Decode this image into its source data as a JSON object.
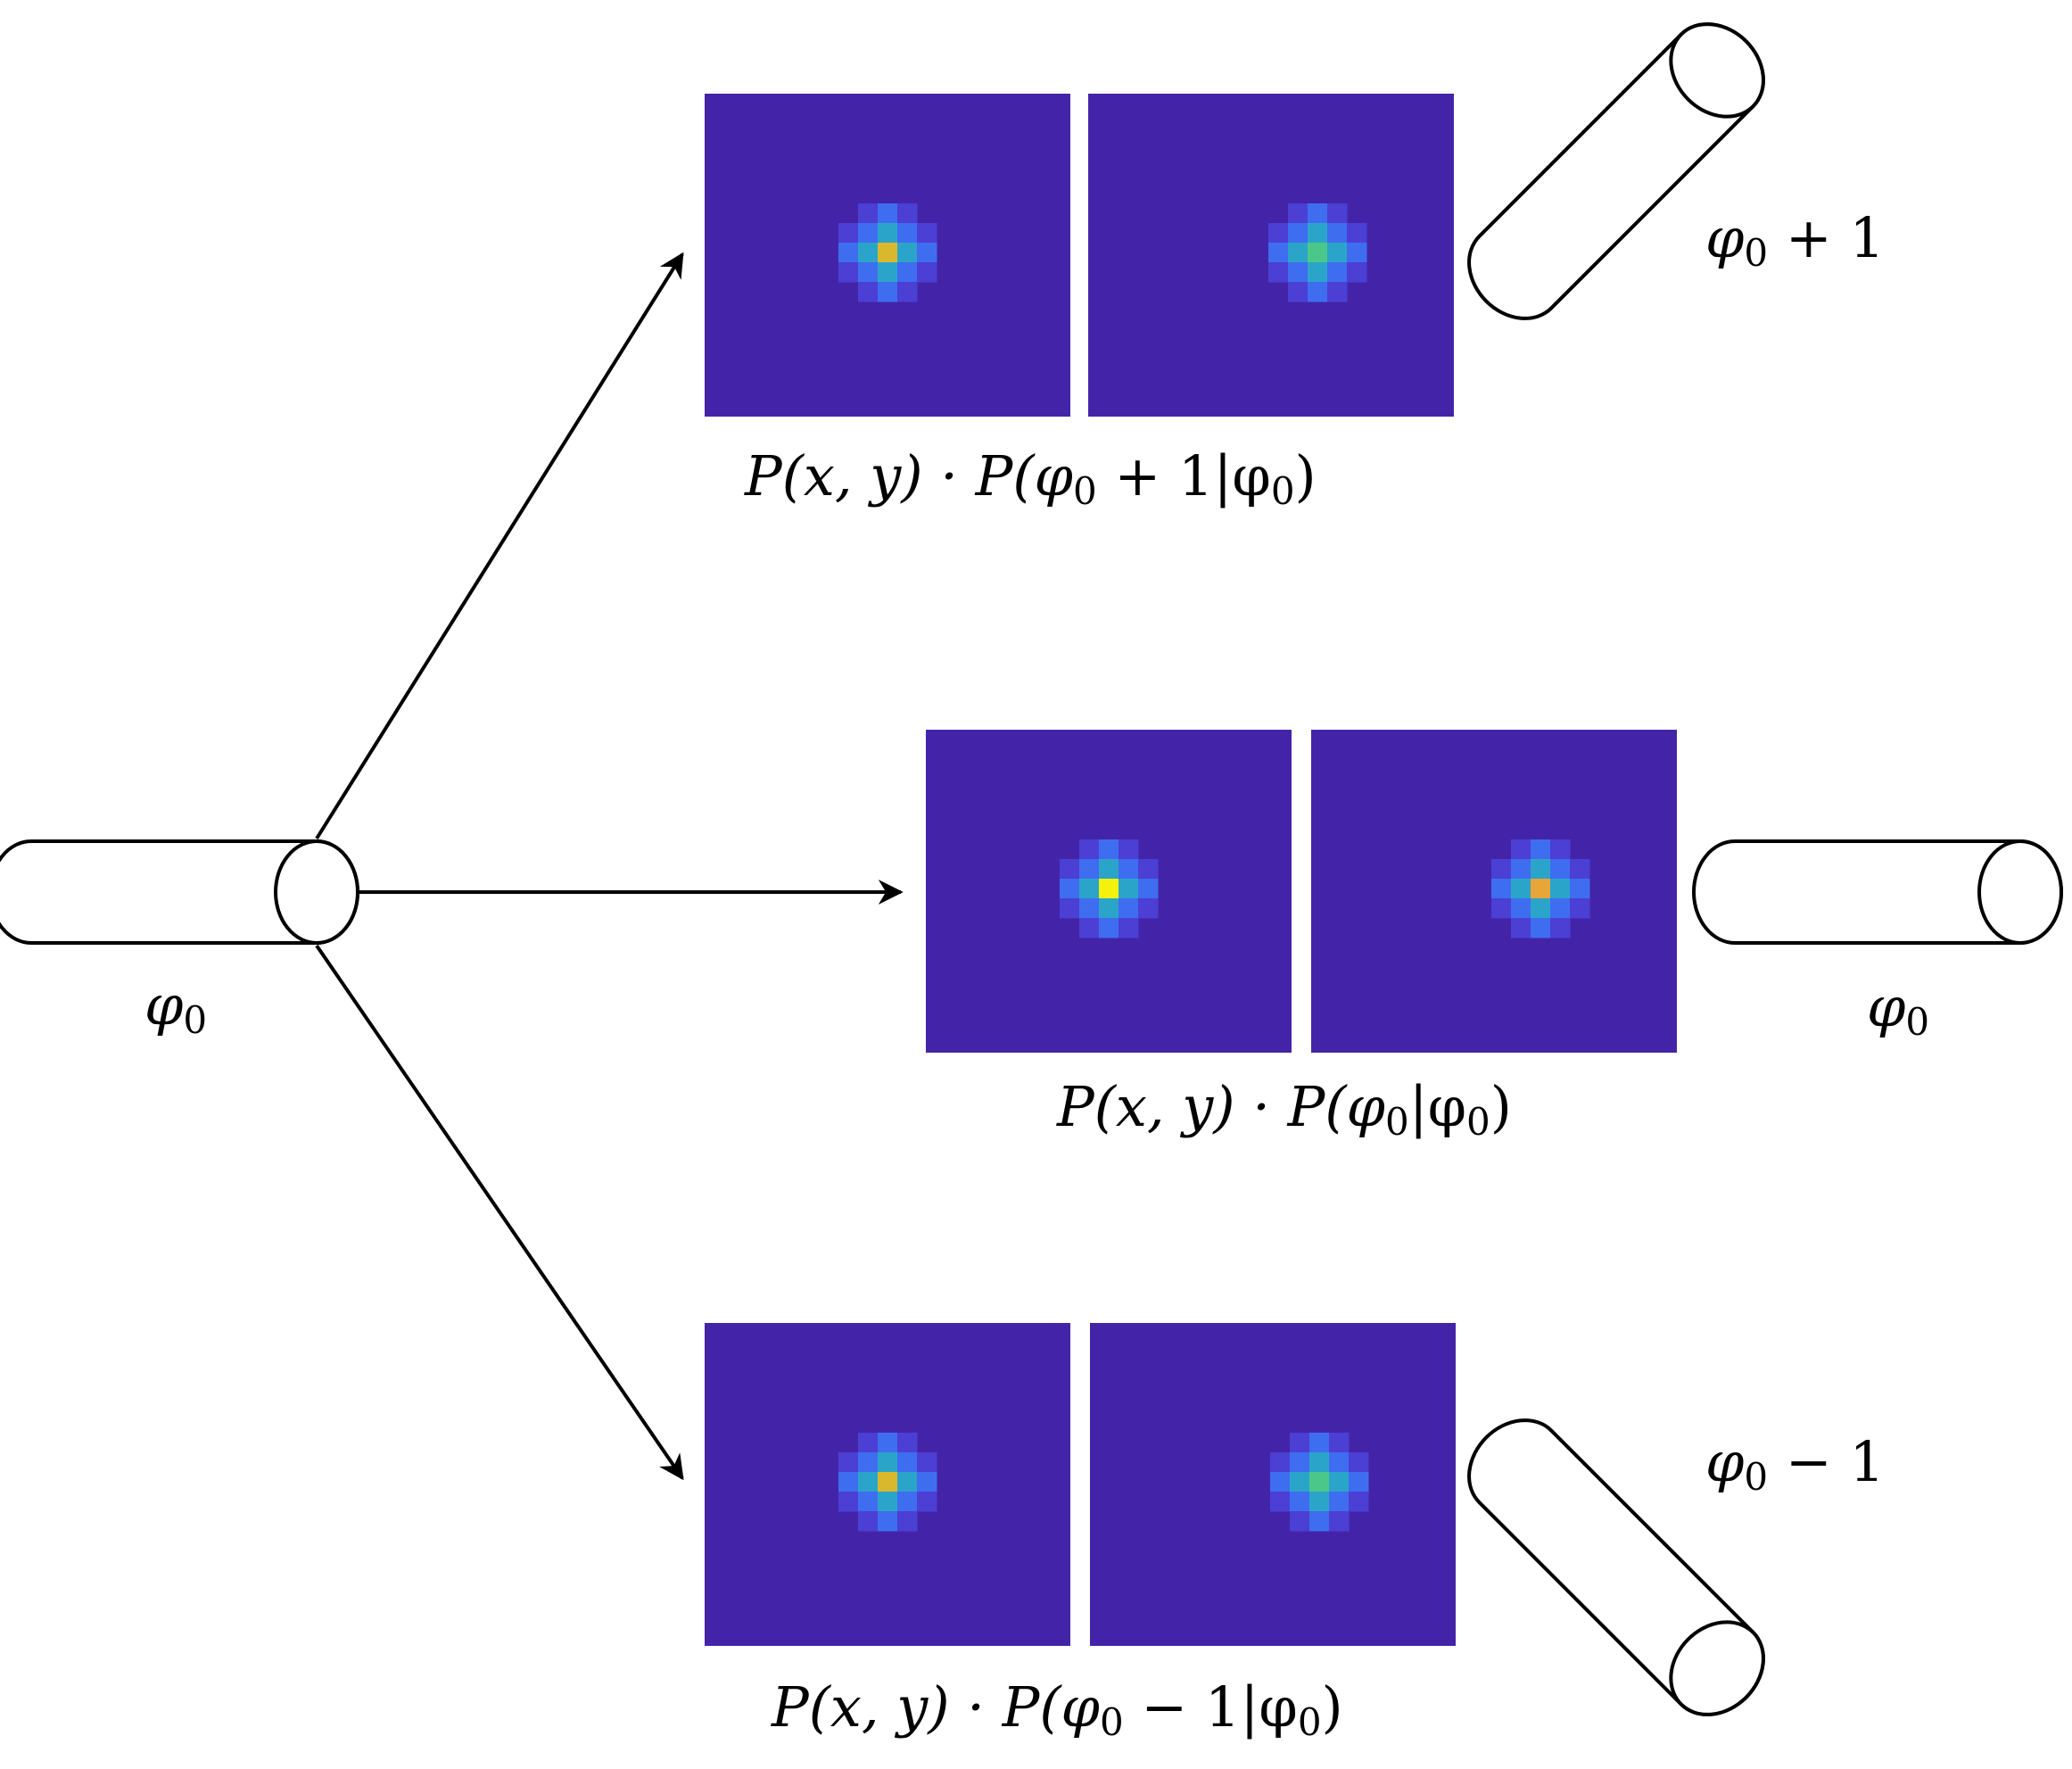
{
  "diagram": {
    "source": {
      "name": "phi0-rod",
      "label_main": "φ",
      "label_sub": "0"
    },
    "branches": [
      {
        "id": "plus",
        "orientation_deg": -45,
        "target_label": {
          "main": "φ",
          "sub": "0",
          "rest": " + 1"
        },
        "product_label": {
          "a": "P(x, y) · P(φ",
          "b": "0",
          "c": " + 1|φ",
          "d": "0",
          "e": ")"
        },
        "panels": [
          {
            "peak_color": "#d9b82e",
            "mid_color": "#2fb4a8"
          },
          {
            "peak_color": "#4cc78a",
            "mid_color": "#2fa7c0"
          }
        ]
      },
      {
        "id": "same",
        "orientation_deg": 0,
        "target_label": {
          "main": "φ",
          "sub": "0",
          "rest": ""
        },
        "product_label": {
          "a": "P(x, y) · P(φ",
          "b": "0",
          "c": "|φ",
          "d": "0",
          "e": ")"
        },
        "panels": [
          {
            "peak_color": "#f4f20c",
            "mid_color": "#7ccd52"
          },
          {
            "peak_color": "#e8a53a",
            "mid_color": "#48c08c"
          }
        ]
      },
      {
        "id": "minus",
        "orientation_deg": 45,
        "target_label": {
          "main": "φ",
          "sub": "0",
          "rest": " − 1"
        },
        "product_label": {
          "a": "P(x, y) · P(φ",
          "b": "0",
          "c": " − 1|φ",
          "d": "0",
          "e": ")"
        },
        "panels": [
          {
            "peak_color": "#d9b82e",
            "mid_color": "#2fb4a8"
          },
          {
            "peak_color": "#4cc78a",
            "mid_color": "#2fa7c0"
          }
        ]
      }
    ],
    "colors": {
      "panel_bg": "#4324a8",
      "ring_outer": "#4b3fd4",
      "ring_mid": "#3f6df0",
      "ring_inner": "#2aa5c9",
      "stroke": "#000000"
    }
  }
}
